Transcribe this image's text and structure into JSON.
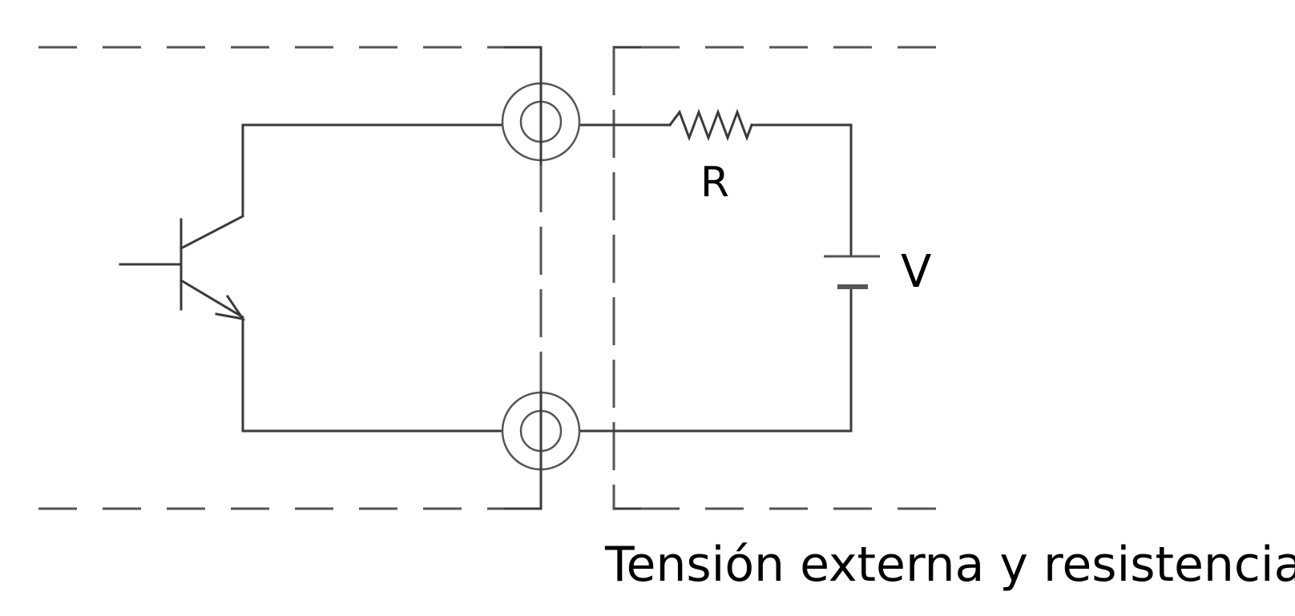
{
  "labels": {
    "resistor": "R",
    "voltage": "V",
    "caption": "Tensión externa y resistencia"
  },
  "colors": {
    "line": "#3a3a3a",
    "dash": "#555555",
    "text": "#000000",
    "background": "#ffffff"
  },
  "components": [
    "npn-transistor",
    "terminal-top",
    "terminal-bottom",
    "resistor",
    "battery"
  ]
}
